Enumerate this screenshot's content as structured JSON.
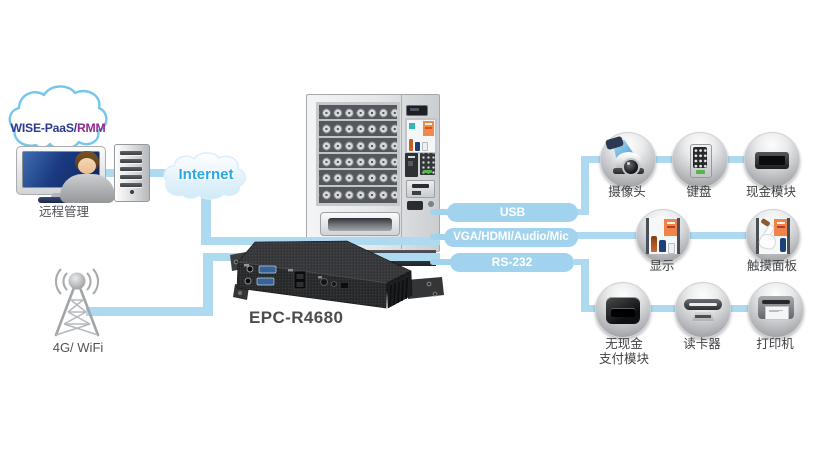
{
  "cloud": {
    "brand_left": "WISE-PaaS/",
    "brand_right": "RMM"
  },
  "nodes": {
    "remote_label": "远程管理",
    "internet_label": "Internet",
    "wireless_label": "4G/ WiFi",
    "gateway_label": "EPC-R4680"
  },
  "buses": [
    {
      "label": "USB"
    },
    {
      "label": "VGA/HDMI/Audio/Mic"
    },
    {
      "label": "RS-232"
    }
  ],
  "peripherals": [
    {
      "id": "camera",
      "label": "摄像头"
    },
    {
      "id": "keypad",
      "label": "键盘"
    },
    {
      "id": "cash-module",
      "label": "现金模块"
    },
    {
      "id": "display",
      "label": "显示"
    },
    {
      "id": "touch-panel",
      "label": "触摸面板"
    },
    {
      "id": "cashless-payment",
      "label": "无现金\n支付模块"
    },
    {
      "id": "card-reader",
      "label": "读卡器"
    },
    {
      "id": "printer",
      "label": "打印机"
    }
  ],
  "colors": {
    "line_blue": "#aedaf1",
    "pill_blue": "#a2d3ee",
    "brand_blue": "#2b3990",
    "brand_purple": "#92278f",
    "internet_blue": "#2aa8df",
    "label_gray": "#404245"
  }
}
